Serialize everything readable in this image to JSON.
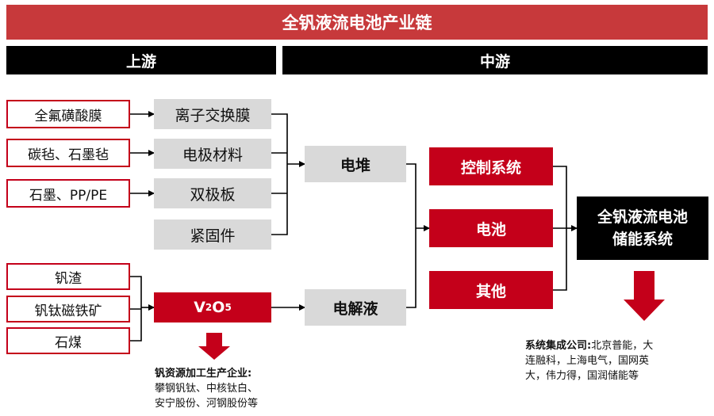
{
  "title": "全钒液流电池产业链",
  "sections": {
    "upstream": "上游",
    "midstream": "中游"
  },
  "raw_materials": [
    "全氟磺酸膜",
    "碳毡、石墨毡",
    "石墨、PP/PE"
  ],
  "components": [
    "离子交换膜",
    "电极材料",
    "双极板",
    "紧固件"
  ],
  "vanadium_sources": [
    "钒渣",
    "钒钛磁铁矿",
    "石煤"
  ],
  "v2o5": {
    "base": "V",
    "sub1": "2",
    "mid": "O",
    "sub2": "5"
  },
  "stack": "电堆",
  "electrolyte": "电解液",
  "midstream_items": [
    "控制系统",
    "电池",
    "其他"
  ],
  "system": {
    "line1": "全钒液流电池",
    "line2": "储能系统"
  },
  "processors": {
    "label": "钒资源加工生产企业:",
    "line1": "攀钢钒钛、中核钛白、",
    "line2": "安宁股份、河钢股份等"
  },
  "integrators": {
    "label": "系统集成公司:",
    "line1": "北京普能，大",
    "line2": "连融科，上海电气，国网英",
    "line3": "大，伟力得，国润储能等"
  },
  "colors": {
    "title_bg": "#c7393b",
    "accent_red": "#c4001a",
    "gray": "#d9d9d9",
    "black": "#000000"
  }
}
